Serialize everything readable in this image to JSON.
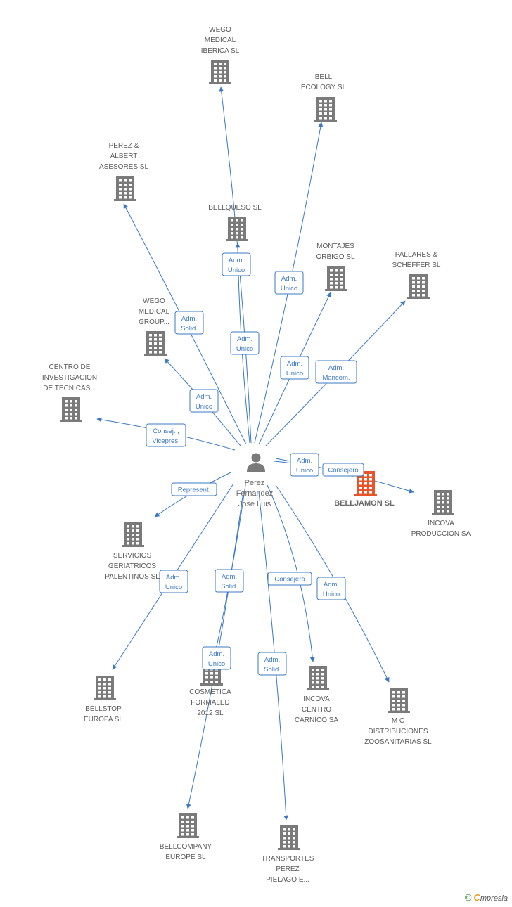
{
  "colors": {
    "edge": "#3a78c2",
    "company": "#7a7a7a",
    "highlight": "#e8542a",
    "person": "#7a7a7a"
  },
  "person": {
    "lines": [
      "Perez",
      "Fernandez",
      "Jose Luis"
    ],
    "icon": "person-icon"
  },
  "companies": [
    {
      "id": "wego-medical-iberica",
      "lines": [
        "WEGO",
        "MEDICAL",
        "IBERICA SL"
      ]
    },
    {
      "id": "bell-ecology",
      "lines": [
        "BELL",
        "ECOLOGY  SL"
      ]
    },
    {
      "id": "perez-albert",
      "lines": [
        "PEREZ &",
        "ALBERT",
        "ASESORES SL"
      ]
    },
    {
      "id": "bellqueso",
      "lines": [
        "BELLQUESO SL"
      ]
    },
    {
      "id": "montajes-orbigo",
      "lines": [
        "MONTAJES",
        "ORBIGO SL"
      ]
    },
    {
      "id": "pallares-scheffer",
      "lines": [
        "PALLARES &",
        "SCHEFFER SL"
      ]
    },
    {
      "id": "wego-medical-group",
      "lines": [
        "WEGO",
        "MEDICAL",
        "GROUP..."
      ]
    },
    {
      "id": "centro-investigacion",
      "lines": [
        "CENTRO DE",
        "INVESTIGACION",
        "DE TECNICAS..."
      ]
    },
    {
      "id": "belljamon",
      "lines": [
        "BELLJAMON SL"
      ],
      "highlight": true
    },
    {
      "id": "incova-produccion",
      "lines": [
        "INCOVA",
        "PRODUCCION SA"
      ]
    },
    {
      "id": "servicios-geriatricos",
      "lines": [
        "SERVICIOS",
        "GERIATRICOS",
        "PALENTINOS SL"
      ]
    },
    {
      "id": "bellstop",
      "lines": [
        "BELLSTOP",
        "EUROPA SL"
      ]
    },
    {
      "id": "cosmetica",
      "lines": [
        "COSMETICA",
        "FORMALED",
        "2012 SL"
      ]
    },
    {
      "id": "incova-centro",
      "lines": [
        "INCOVA",
        "CENTRO",
        "CARNICO SA"
      ]
    },
    {
      "id": "mc-distribuciones",
      "lines": [
        "M C",
        "DISTRIBUCIONES",
        "ZOOSANITARIAS SL"
      ]
    },
    {
      "id": "bellcompany",
      "lines": [
        "BELLCOMPANY",
        "EUROPE SL"
      ]
    },
    {
      "id": "transportes-perez",
      "lines": [
        "TRANSPORTES",
        "PEREZ",
        "PIELAGO E..."
      ]
    }
  ],
  "edges": [
    {
      "to": "wego-medical-iberica",
      "lines": [
        "Adm.",
        "Unico"
      ]
    },
    {
      "to": "bell-ecology",
      "lines": [
        "Adm.",
        "Unico"
      ]
    },
    {
      "to": "perez-albert",
      "lines": [
        "Adm.",
        "Solid."
      ]
    },
    {
      "to": "bellqueso",
      "lines": [
        "Adm.",
        "Unico"
      ]
    },
    {
      "to": "montajes-orbigo",
      "lines": [
        "Adm.",
        "Unico"
      ]
    },
    {
      "to": "pallares-scheffer",
      "lines": [
        "Adm.",
        "Mancom."
      ]
    },
    {
      "to": "wego-medical-group",
      "lines": [
        "Adm.",
        "Unico"
      ]
    },
    {
      "to": "centro-investigacion",
      "lines": [
        "Consej. ,",
        "Vicepres."
      ]
    },
    {
      "to": "belljamon",
      "lines": [
        "Adm.",
        "Unico"
      ]
    },
    {
      "to": "incova-produccion",
      "lines": [
        "Consejero"
      ]
    },
    {
      "to": "servicios-geriatricos",
      "lines": [
        "Represent."
      ]
    },
    {
      "to": "bellstop",
      "lines": [
        "Adm.",
        "Unico"
      ]
    },
    {
      "to": "cosmetica",
      "lines": [
        "Adm.",
        "Unico"
      ]
    },
    {
      "to": "incova-centro",
      "lines": [
        "Consejero"
      ]
    },
    {
      "to": "mc-distribuciones",
      "lines": [
        "Adm.",
        "Unico"
      ]
    },
    {
      "to": "bellcompany",
      "lines": [
        "Adm.",
        "Solid."
      ]
    },
    {
      "to": "transportes-perez",
      "lines": [
        "Adm.",
        "Solid."
      ]
    }
  ],
  "footer": {
    "copyright": "©",
    "brand_initial": "C",
    "brand_rest": "mpresia"
  }
}
